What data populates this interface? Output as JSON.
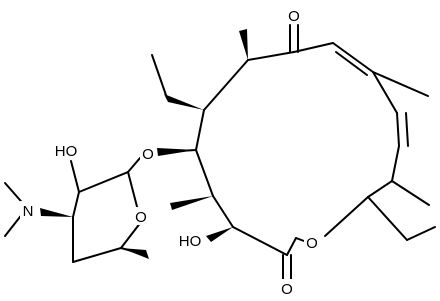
{
  "molecule": {
    "atom_labels": {
      "ketone_oxygen": "O",
      "ring_oxygen": "O",
      "lactone_carbonyl_oxygen": "O",
      "ether_oxygen": "O",
      "sugar_ring_oxygen": "O",
      "sugar_hydroxyl": "HO",
      "ring_hydroxyl": "HO",
      "amine_nitrogen": "N"
    }
  }
}
